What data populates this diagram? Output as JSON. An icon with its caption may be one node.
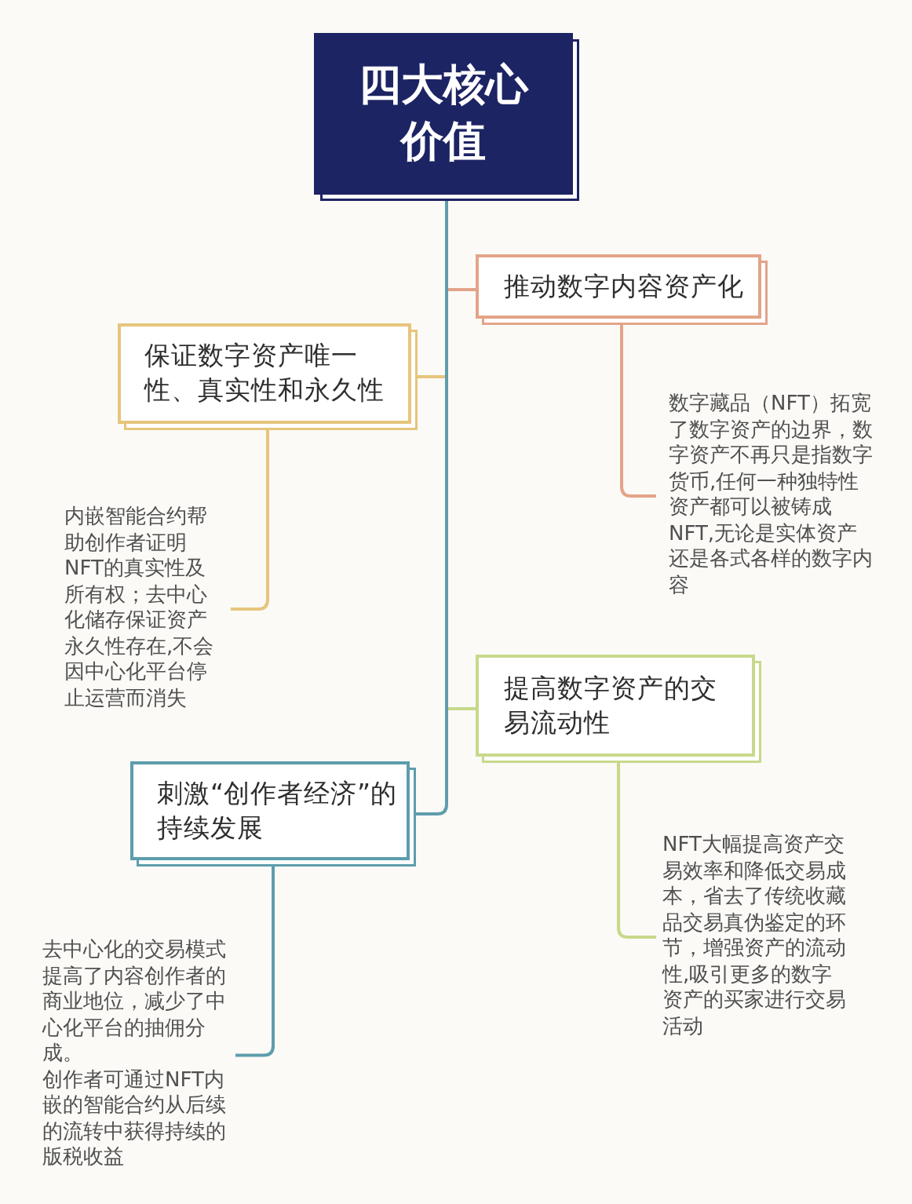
{
  "diagram": {
    "nodes": [
      {
        "text": [
          "四大核心价值"
        ]
      },
      {
        "text": [
          "推动数字内容资产化"
        ]
      },
      {
        "text": [
          "保证数字资产唯一性、真实性和永久性"
        ]
      },
      {
        "text": [
          "数字藏品（NFT）拓宽了数字资产的边界，数字资产不再只是指数字货币,任何一种独特性资产都可以被铸成NFT,无论是实体资产还是各式各样的数字内容"
        ]
      },
      {
        "text": [
          "内嵌智能合约帮助创作者证明NFT的真实性及所有权；去中心化储存保证资产永久性存在,不会因中心化平台停止运营而消失"
        ]
      },
      {
        "text": [
          "提高数字资产的交易流动性"
        ]
      },
      {
        "text": [
          "刺激“创作者经济”的持续发展"
        ]
      },
      {
        "text": [
          "NFT大幅提高资产交易效率和降低交易成本，省去了传统收藏品交易真伪鉴定的环节，增强资产的流动性,吸引更多的数字资产的买家进行交易活动"
        ]
      },
      {
        "text": [
          "去中心化的交易模式提高了内容创作者的商业地位，减少了中心化平台的抽佣分成。",
          "创作者可通过NFT内嵌的智能合约从后续的流转中获得持续的版税收益"
        ]
      }
    ],
    "edges": [
      {
        "from": 0,
        "to": 1,
        "arrow": "none"
      },
      {
        "from": 0,
        "to": 2,
        "arrow": "none"
      },
      {
        "from": 0,
        "to": 5,
        "arrow": "none"
      },
      {
        "from": 0,
        "to": 6,
        "arrow": "none"
      },
      {
        "from": 1,
        "to": 3,
        "arrow": "none",
        "color": "#e3a488"
      },
      {
        "from": 2,
        "to": 4,
        "arrow": "none",
        "color": "#e6c57c"
      },
      {
        "from": 5,
        "to": 7,
        "arrow": "none",
        "color": "#c8d98a"
      },
      {
        "from": 6,
        "to": 8,
        "arrow": "none"
      }
    ]
  }
}
